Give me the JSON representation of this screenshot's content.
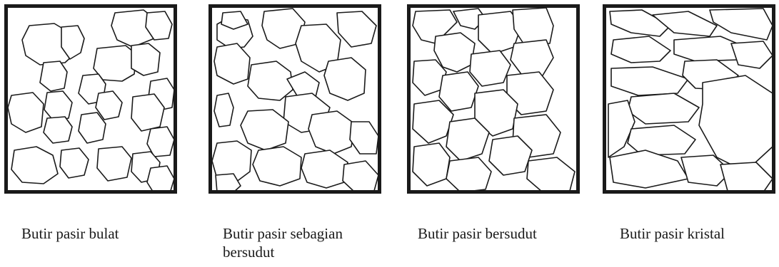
{
  "panels": [
    {
      "id": "bulat",
      "caption_line1": "Butir pasir bulat",
      "caption_line2": ""
    },
    {
      "id": "sebagian-bersudut",
      "caption_line1": "Butir pasir sebagian",
      "caption_line2": "bersudut"
    },
    {
      "id": "bersudut",
      "caption_line1": "Butir pasir bersudut",
      "caption_line2": ""
    },
    {
      "id": "kristal",
      "caption_line1": "Butir pasir kristal",
      "caption_line2": ""
    }
  ],
  "colors": {
    "stroke": "#1a1a1a",
    "background": "#ffffff"
  }
}
